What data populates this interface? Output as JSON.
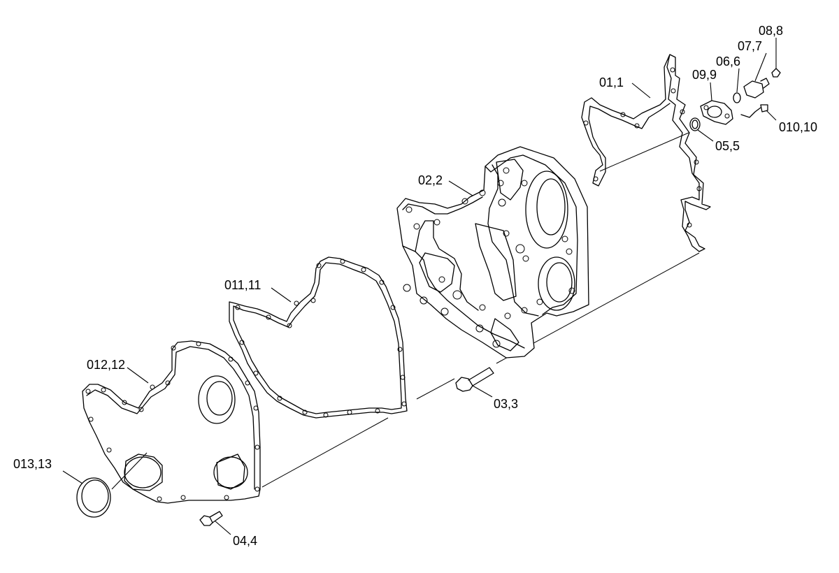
{
  "callouts": [
    {
      "id": "c01",
      "text": "01,1"
    },
    {
      "id": "c02",
      "text": "02,2"
    },
    {
      "id": "c03",
      "text": "03,3"
    },
    {
      "id": "c04",
      "text": "04,4"
    },
    {
      "id": "c05",
      "text": "05,5"
    },
    {
      "id": "c06",
      "text": "06,6"
    },
    {
      "id": "c07",
      "text": "07,7"
    },
    {
      "id": "c08",
      "text": "08,8"
    },
    {
      "id": "c09",
      "text": "09,9"
    },
    {
      "id": "c010",
      "text": "010,10"
    },
    {
      "id": "c011",
      "text": "011,11"
    },
    {
      "id": "c012",
      "text": "012,12"
    },
    {
      "id": "c013",
      "text": "013,13"
    }
  ]
}
